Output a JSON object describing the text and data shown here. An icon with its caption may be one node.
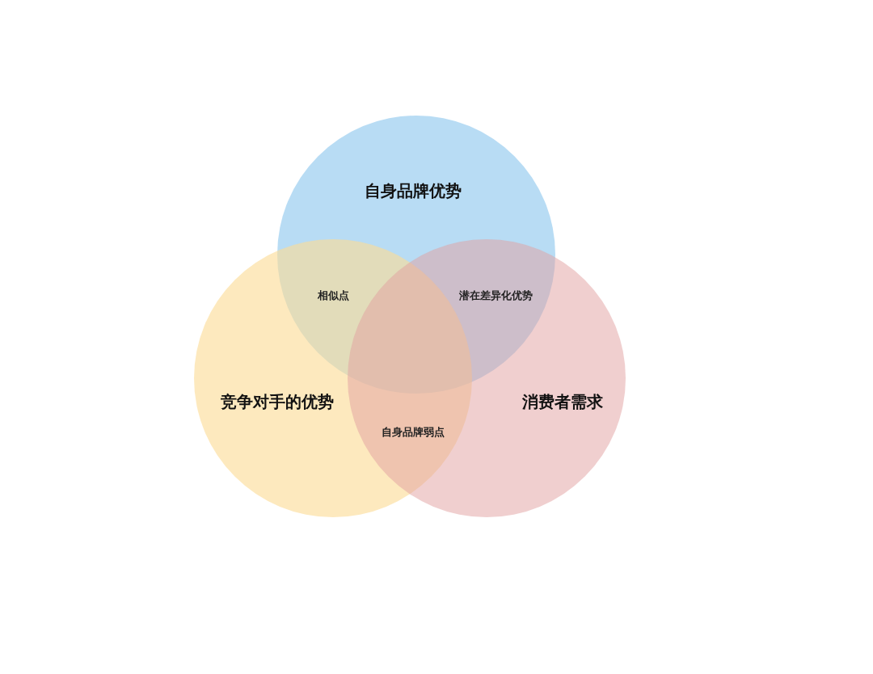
{
  "diagram": {
    "nodes": [
      {
        "text": [
          "自身品牌优势"
        ]
      },
      {
        "text": [
          "竞争对手的优势"
        ]
      },
      {
        "text": [
          "消费者需求"
        ]
      }
    ],
    "edges": [],
    "labels": [
      "相似点",
      "潜在差异化优势",
      "自身品牌弱点"
    ]
  }
}
